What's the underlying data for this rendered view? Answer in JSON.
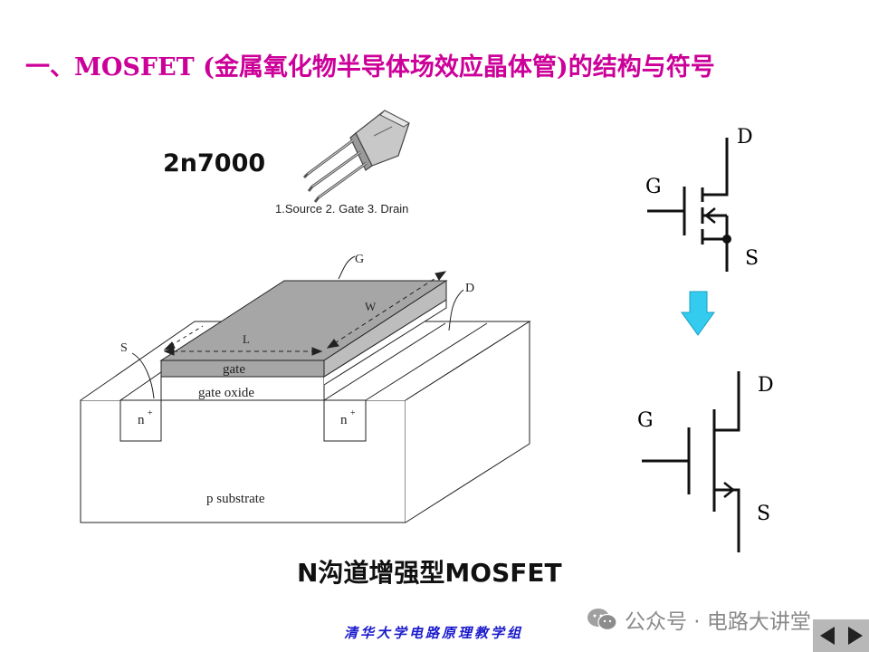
{
  "title": "一、MOSFET (金属氧化物半导体场效应晶体管)的结构与符号",
  "package": {
    "part_number": "2n7000",
    "pin_caption": "1.Source  2. Gate  3. Drain"
  },
  "structure_labels": {
    "gate_terminal": "G",
    "drain_terminal": "D",
    "source_terminal": "S",
    "width": "W",
    "length": "L",
    "gate": "gate",
    "gate_oxide": "gate oxide",
    "n_plus": "n",
    "n_plus_sup": "+",
    "substrate": "p substrate"
  },
  "symbol_top": {
    "g": "G",
    "d": "D",
    "s": "S"
  },
  "symbol_bottom": {
    "g": "G",
    "d": "D",
    "s": "S"
  },
  "caption": "N沟道增强型MOSFET",
  "footer": "清华大学电路原理教学组",
  "watermark": "公众号 · 电路大讲堂",
  "colors": {
    "title": "#cc0099",
    "arrow": "#33ccee",
    "gate_fill": "#a6a6a6",
    "footer": "#1a1acc",
    "nav": "#b8b8b8"
  }
}
